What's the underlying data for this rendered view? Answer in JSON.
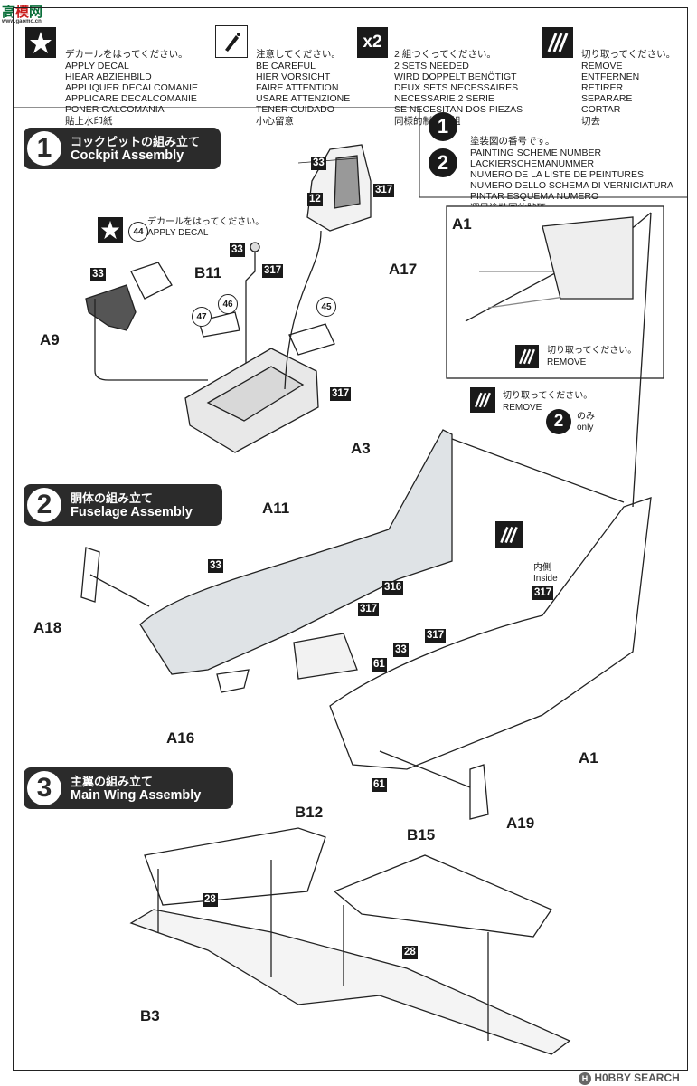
{
  "watermark_top": {
    "logo": "高",
    "site": "模",
    "suffix": "网",
    "url": "www.gaomo.cn"
  },
  "watermark_bottom": {
    "logo": "H",
    "site": "H0BBY SEARCH"
  },
  "legend": {
    "decal": {
      "icon": "star-icon",
      "lines": [
        "デカールをはってください。",
        "APPLY DECAL",
        "HIEAR ABZIEHBILD",
        "APPLIQUER DECALCOMANIE",
        "APPLICARE DECALCOMANIE",
        "PONER CALCOMANIA",
        "貼上水印紙"
      ]
    },
    "careful": {
      "icon": "glue-icon",
      "lines": [
        "注意してください。",
        "BE CAREFUL",
        "HIER VORSICHT",
        "FAIRE ATTENTION",
        "USARE ATTENZIONE",
        "TENER CUIDADO",
        "小心留意"
      ]
    },
    "x2": {
      "icon_text": "x2",
      "lines": [
        "2 組つくってください。",
        "2 SETS NEEDED",
        "WIRD DOPPELT BENÖTIGT",
        "DEUX SETS NECESSAIRES",
        "NECESSARIE 2 SERIE",
        "SE NECESITAN DOS PIEZAS",
        "同様的制作二組"
      ]
    },
    "remove": {
      "icon": "cut-icon",
      "lines": [
        "切り取ってください。",
        "REMOVE",
        "ENTFERNEN",
        "RETIRER",
        "SEPARARE",
        "CORTAR",
        "切去"
      ]
    },
    "scheme": {
      "icon_texts": [
        "1",
        "2"
      ],
      "lines": [
        "塗装図の番号です。",
        "PAINTING SCHEME NUMBER",
        "LACKIERSCHEMANUMMER",
        "NUMERO DE LA LISTE DE PEINTURES",
        "NUMERO DELLO SCHEMA DI VERNICIATURA",
        "PINTAR ESQUEMA NUMERO",
        "選是塗裝圖的號碼"
      ]
    }
  },
  "steps": [
    {
      "number": "1",
      "jp": "コックピットの組み立て",
      "en": "Cockpit Assembly"
    },
    {
      "number": "2",
      "jp": "胴体の組み立て",
      "en": "Fuselage Assembly"
    },
    {
      "number": "3",
      "jp": "主翼の組み立て",
      "en": "Main Wing Assembly"
    }
  ],
  "parts": {
    "A1_inset": "A1",
    "A17": "A17",
    "B11": "B11",
    "A9": "A9",
    "A3": "A3",
    "A11": "A11",
    "A18": "A18",
    "A16": "A16",
    "A1": "A1",
    "A19": "A19",
    "B12": "B12",
    "B15": "B15",
    "B3": "B3"
  },
  "colors": {
    "c33": "33",
    "c317": "317",
    "c12": "12",
    "c316": "316",
    "c61": "61",
    "c28": "28"
  },
  "decals": {
    "d44": "44",
    "d46": "46",
    "d47": "47",
    "d45": "45"
  },
  "notes": {
    "apply_decal_jp": "デカールをはってください。",
    "apply_decal_en": "APPLY DECAL",
    "remove_jp": "切り取ってください。",
    "remove_en": "REMOVE",
    "only_jp": "のみ",
    "only_en": "only",
    "only_num": "2",
    "inside_jp": "内側",
    "inside_en": "Inside"
  }
}
